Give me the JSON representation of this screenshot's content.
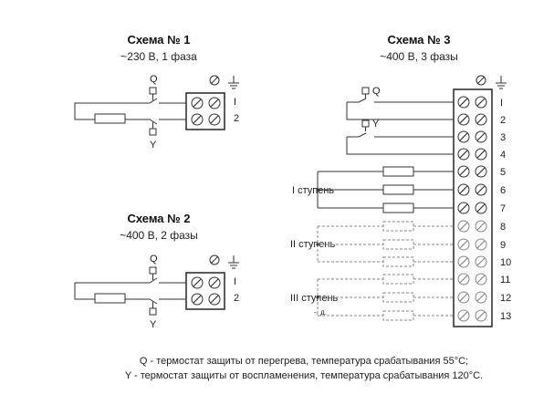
{
  "schemes": [
    {
      "title": "Схема № 1",
      "subtitle": "~230 В, 1 фаза",
      "terminals": [
        "I",
        "2"
      ],
      "labels": {
        "q": "Q",
        "y": "Y"
      }
    },
    {
      "title": "Схема № 2",
      "subtitle": "~400 В, 2 фазы",
      "terminals": [
        "I",
        "2"
      ],
      "labels": {
        "q": "Q",
        "y": "Y"
      }
    },
    {
      "title": "Схема № 3",
      "subtitle": "~400 В, 3 фазы",
      "terminals": [
        "I",
        "2",
        "3",
        "4",
        "5",
        "6",
        "7",
        "8",
        "9",
        "10",
        "11",
        "12",
        "13"
      ],
      "labels": {
        "q": "Q",
        "y": "Y"
      },
      "stages": [
        "I ступень",
        "II ступень",
        "III ступень"
      ],
      "small_note": "-. д."
    }
  ],
  "legend": [
    "Q - термостат защиты от перегрева, температура срабатывания 55°C;",
    "Y - термостат защиты от воспламенения, температура срабатывания 120°C."
  ],
  "colors": {
    "line": "#333333",
    "dashed": "#888888",
    "box": "#222222"
  }
}
